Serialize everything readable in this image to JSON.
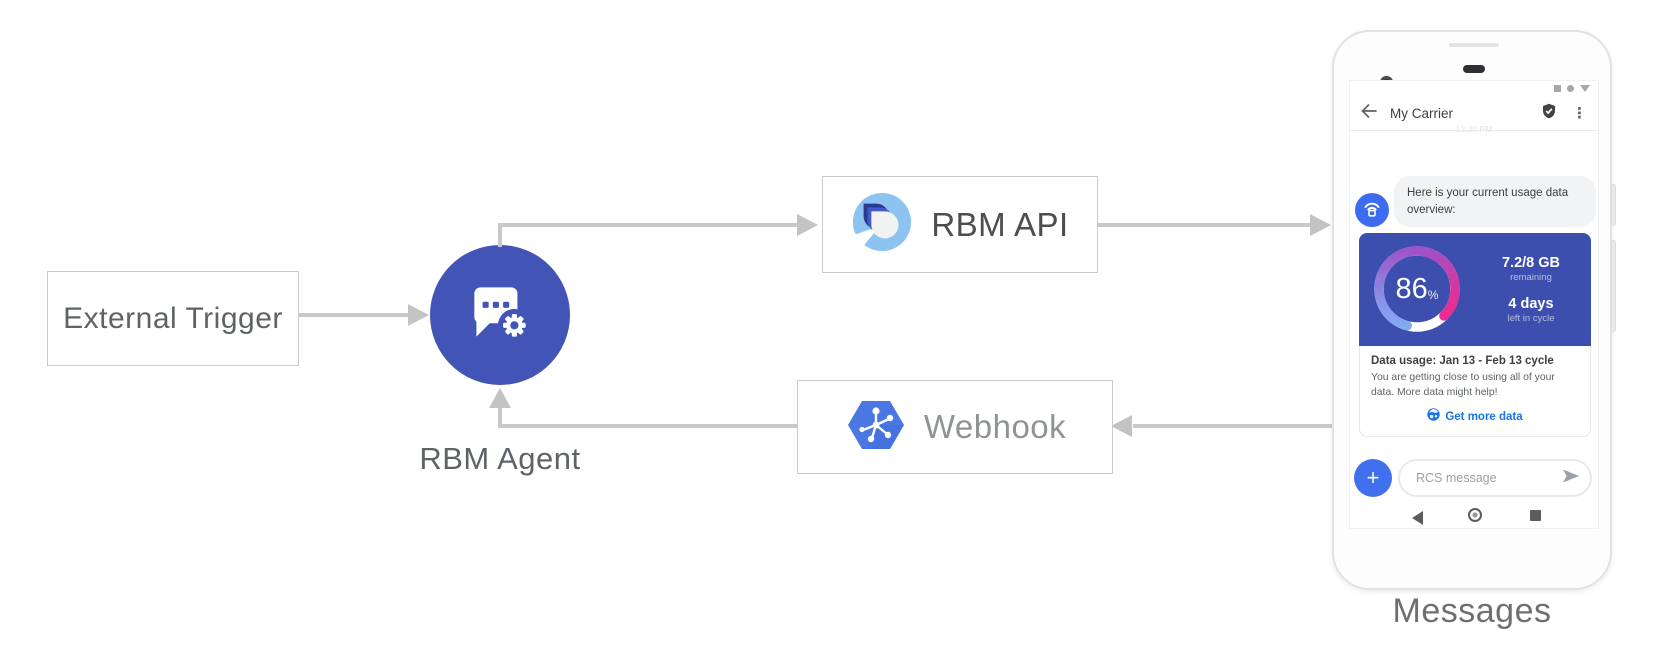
{
  "diagram": {
    "external_trigger_label": "External Trigger",
    "rbm_agent_label": "RBM Agent",
    "rbm_api_label": "RBM API",
    "webhook_label": "Webhook",
    "messages_caption": "Messages",
    "arrow_color": "#c9c9c9",
    "agent_circle_color": "#4254b5",
    "icons": [
      "chat-bubble-gear-icon",
      "rbm-api-drop-logo",
      "cloud-hexagon-functions-icon"
    ]
  },
  "phone": {
    "status_bar": {
      "icons": [
        "square-icon",
        "circle-icon",
        "triangle-down-icon"
      ]
    },
    "header": {
      "title": "My Carrier",
      "back_icon": "back-arrow-icon",
      "verified_icon": "verified-shield-icon",
      "menu_icon": "overflow-menu-icon"
    },
    "faint_timestamp": "12:30 PM",
    "chat": {
      "agent_avatar_icon": "hotspot-wifi-icon",
      "bubble_text": "Here is your current usage data overview:"
    },
    "usage_card": {
      "card_color": "#3d4fae",
      "gauge_percent": 86,
      "percent_value": "86",
      "percent_unit": "%",
      "gauge_colors": [
        "#83a9f2",
        "#9d53c8",
        "#ee2b8f"
      ],
      "remaining_value": "7.2/8 GB",
      "remaining_label": "remaining",
      "days_value": "4 days",
      "days_label": "left in cycle",
      "title": "Data usage: Jan 13 - Feb 13 cycle",
      "body": "You are getting close to using all of your data. More data might help!",
      "cta_icon": "globe-icon",
      "cta_label": "Get more data"
    },
    "compose": {
      "plus_label": "+",
      "placeholder": "RCS message",
      "send_icon": "send-icon"
    },
    "nav_icons": [
      "back-triangle-icon",
      "home-circle-icon",
      "recents-square-icon"
    ]
  }
}
